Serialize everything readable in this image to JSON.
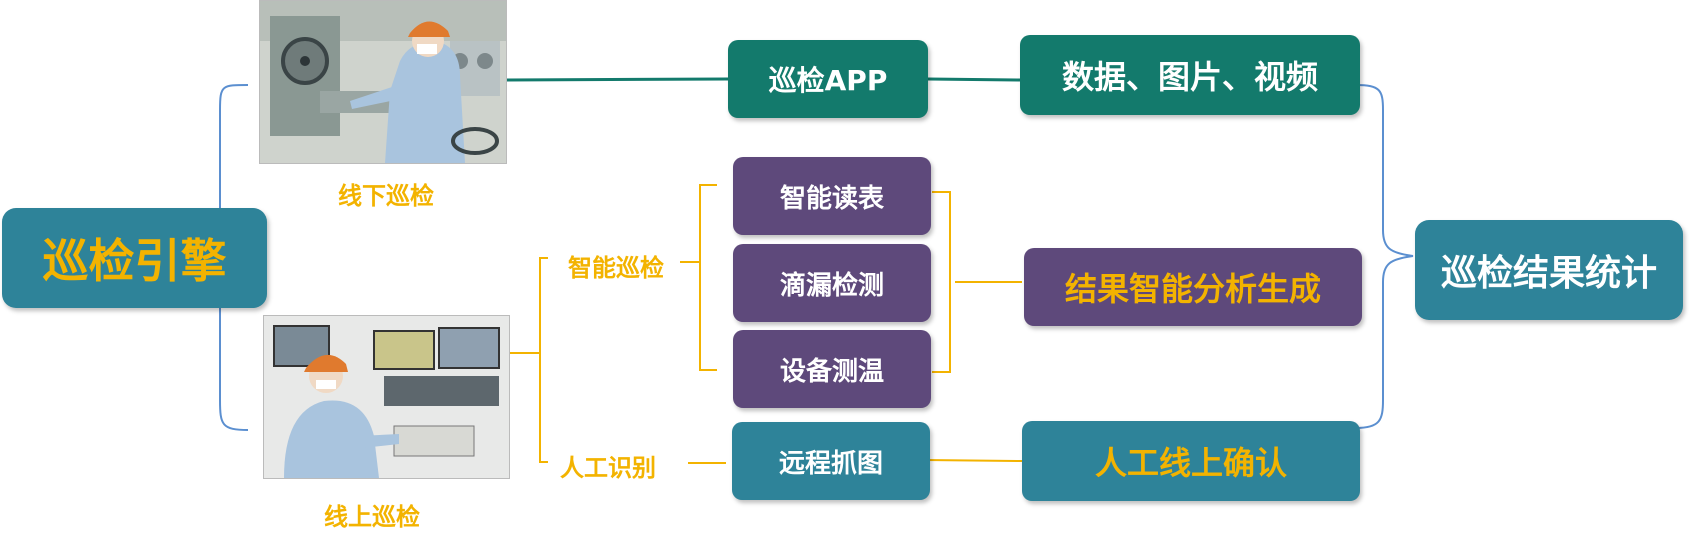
{
  "engine": {
    "label": "巡检引擎"
  },
  "offline": {
    "label": "线下巡检"
  },
  "online": {
    "label": "线上巡检"
  },
  "smart_inspection": {
    "label": "智能巡检"
  },
  "manual_recognition": {
    "label": "人工识别"
  },
  "app": {
    "label": "巡检APP"
  },
  "data_media": {
    "label": "数据、图片、视频"
  },
  "meter_reading": {
    "label": "智能读表"
  },
  "leak_detection": {
    "label": "滴漏检测"
  },
  "temperature": {
    "label": "设备测温"
  },
  "remote_capture": {
    "label": "远程抓图"
  },
  "smart_analysis": {
    "label": "结果智能分析生成"
  },
  "manual_confirm": {
    "label": "人工线上确认"
  },
  "result_stats": {
    "label": "巡检结果统计"
  },
  "colors": {
    "teal_dark": "#137a6c",
    "teal_blue": "#2e8399",
    "purple": "#5e497b",
    "label_yellow": "#f3b300",
    "bracket_blue": "#5b8fd0"
  }
}
